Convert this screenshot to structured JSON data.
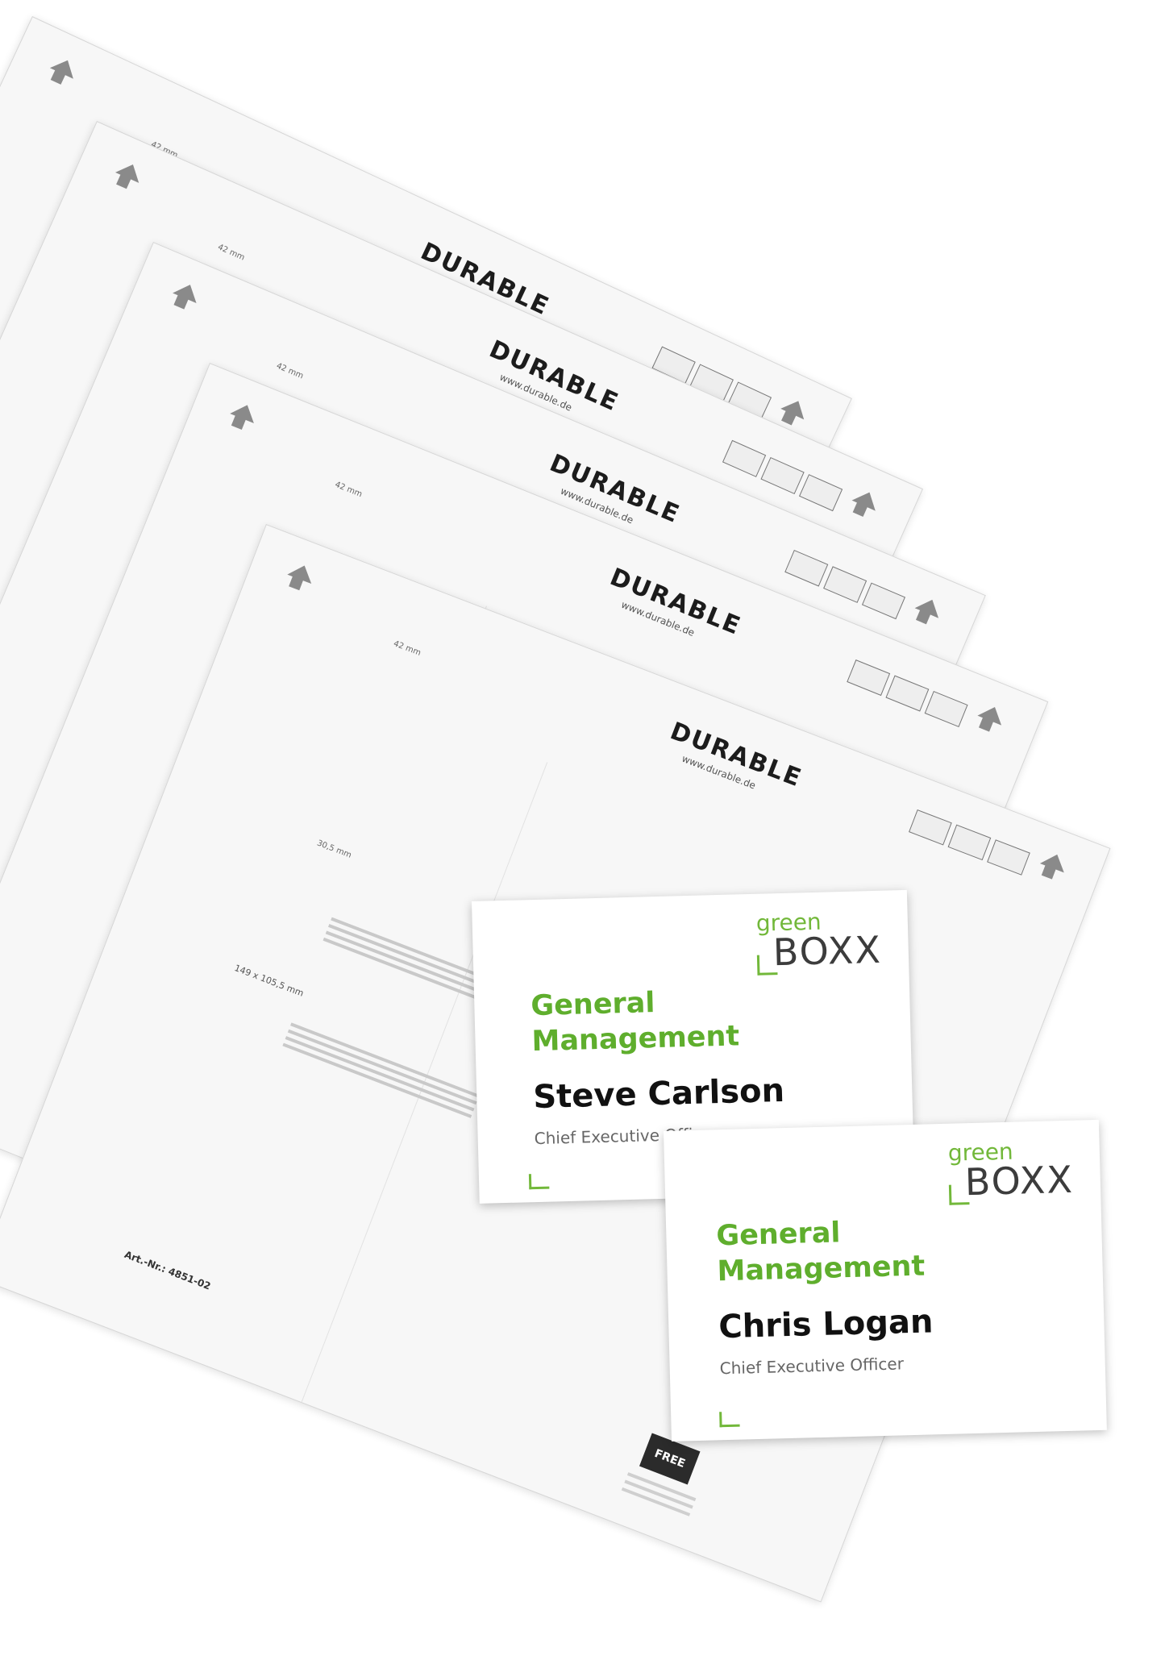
{
  "sheets": {
    "brand": "DURABLE",
    "brand_url": "www.durable.de",
    "dimension_top": "42 mm",
    "dimension_side": "30,5 mm",
    "badge": "FREE",
    "size_note": "149 x 105,5 mm",
    "article_number": "Art.-Nr.: 4851-02"
  },
  "cards": [
    {
      "logo_small": "green",
      "logo_big": "BOXX",
      "department_line1": "General",
      "department_line2": "Management",
      "name": "Steve Carlson",
      "title": "Chief Executive Officer"
    },
    {
      "logo_small": "green",
      "logo_big": "BOXX",
      "department_line1": "General",
      "department_line2": "Management",
      "name": "Chris Logan",
      "title": "Chief Executive Officer"
    }
  ],
  "colors": {
    "accent_green": "#72b83a",
    "department_green": "#5fae2d",
    "logo_gray": "#3c3c3c",
    "name_text": "#111111",
    "role_text": "#666666"
  }
}
